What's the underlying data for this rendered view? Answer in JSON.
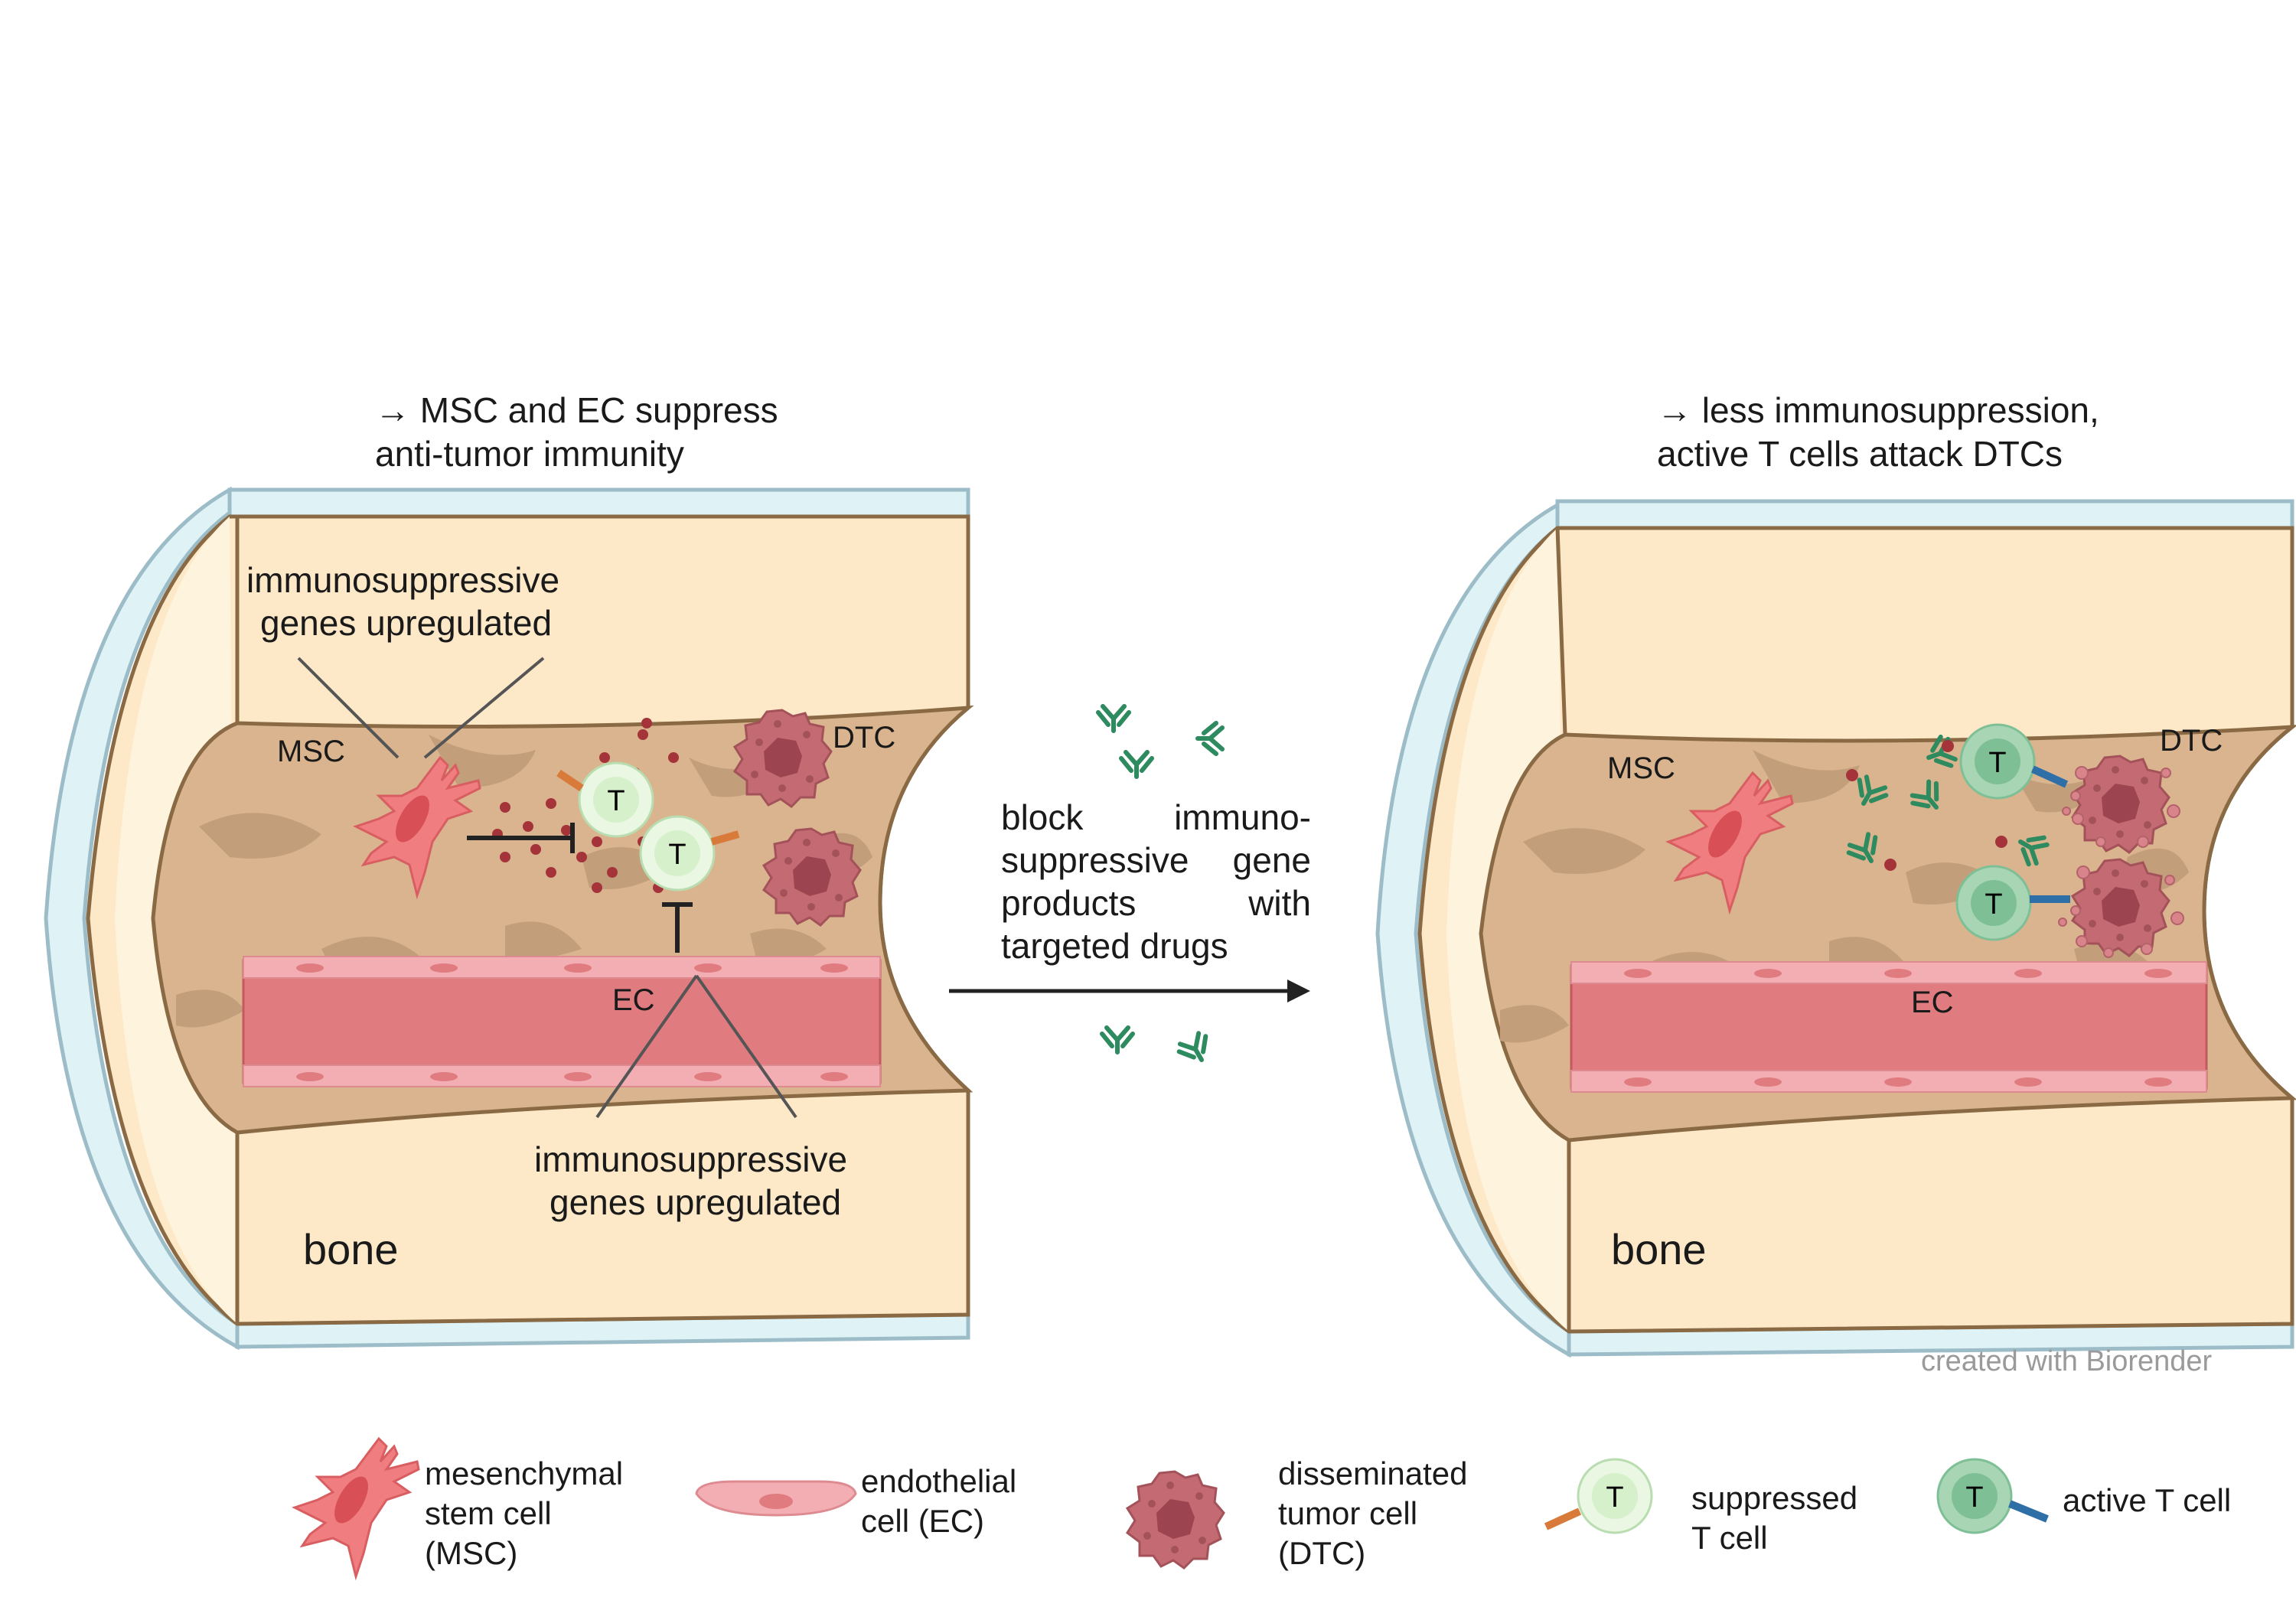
{
  "left_panel": {
    "title_line1": "→ MSC and EC suppress",
    "title_line2": "anti-tumor immunity",
    "callout_top_line1": "immunosuppressive",
    "callout_top_line2": "genes upregulated",
    "callout_bottom_line1": "immunosuppressive",
    "callout_bottom_line2": "genes upregulated",
    "msc_label": "MSC",
    "dtc_label": "DTC",
    "ec_label": "EC",
    "bone_label": "bone",
    "t_label_1": "T",
    "t_label_2": "T"
  },
  "middle": {
    "line1": "block immuno-",
    "line2": "suppressive gene",
    "line3": "products with",
    "line4": "targeted drugs"
  },
  "right_panel": {
    "title_line1": "→ less immunosuppression,",
    "title_line2": "active T cells attack DTCs",
    "msc_label": "MSC",
    "dtc_label": "DTC",
    "ec_label": "EC",
    "bone_label": "bone",
    "t_label_1": "T",
    "t_label_2": "T"
  },
  "credit": "created with Biorender",
  "legend": {
    "msc": [
      "mesenchymal",
      "stem cell",
      "(MSC)"
    ],
    "ec": [
      "endothelial",
      "cell (EC)"
    ],
    "dtc": [
      "disseminated",
      "tumor cell",
      "(DTC)"
    ],
    "suppressed_t": [
      "suppressed",
      "T cell"
    ],
    "active_t": "active T cell",
    "t_letter": "T"
  },
  "colors": {
    "bone_fill": "#fde9c8",
    "bone_outline": "#8a6a45",
    "periosteum": "#dff3f7",
    "marrow": "#d9b48e",
    "marrow_dark": "#c29e7a",
    "vessel": "#e07b80",
    "vessel_wall": "#f2aeb2",
    "msc": "#f07e80",
    "dtc": "#c46a72",
    "suppressed_t": "#d6f0cc",
    "active_t": "#7fbf96",
    "antibody": "#2e8a5f",
    "receptor_orange": "#d87a3a",
    "receptor_blue": "#2f6fa8"
  }
}
